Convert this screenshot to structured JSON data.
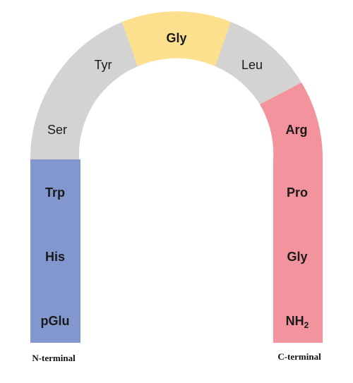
{
  "diagram": {
    "arc": {
      "residues": [
        {
          "label": "Ser",
          "color": "#d3d3d3"
        },
        {
          "label": "Tyr",
          "color": "#d3d3d3"
        },
        {
          "label": "Gly",
          "color": "#fce08d"
        },
        {
          "label": "Leu",
          "color": "#d3d3d3"
        },
        {
          "label": "Arg",
          "color": "#f3939d"
        }
      ]
    },
    "left_column": {
      "color": "#8197cd",
      "residues": [
        "Trp",
        "His",
        "pGlu"
      ],
      "terminal_label": "N-terminal"
    },
    "right_column": {
      "color": "#f3939d",
      "residues": [
        "Pro",
        "Gly",
        "NH",
        "2"
      ],
      "terminal_label": "C-terminal"
    }
  }
}
